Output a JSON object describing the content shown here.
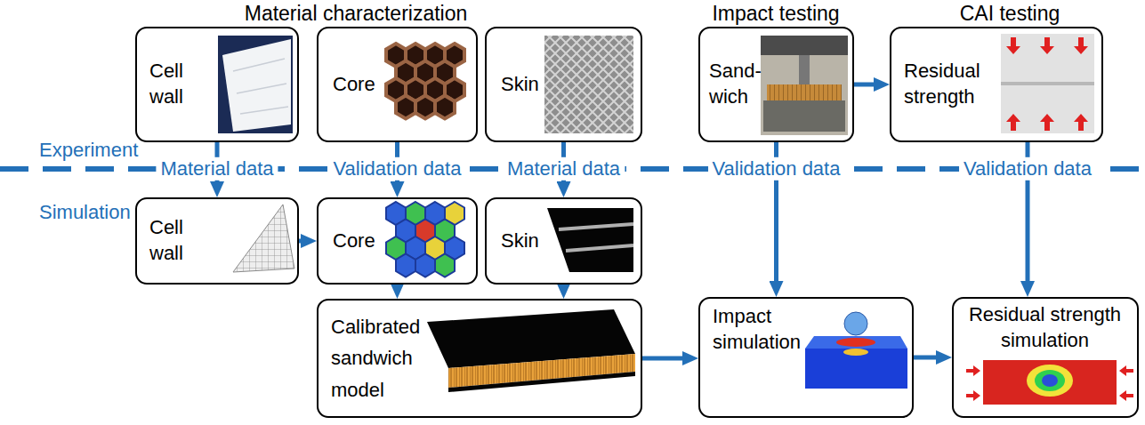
{
  "diagram": {
    "nodes": [
      {
        "text": [
          "Cell wall"
        ]
      },
      {
        "text": [
          "Core"
        ]
      },
      {
        "text": [
          "Skin"
        ]
      },
      {
        "text": [
          "Sand-wich"
        ]
      },
      {
        "text": [
          "Residual strength"
        ]
      },
      {
        "text": [
          "Cell wall"
        ]
      },
      {
        "text": [
          "Core"
        ]
      },
      {
        "text": [
          "Skin"
        ]
      },
      {
        "text": [
          "Calibrated sandwich model"
        ]
      },
      {
        "text": [
          "Impact simulation"
        ]
      },
      {
        "text": [
          "Residual strength simulation"
        ]
      }
    ],
    "edges": [
      {
        "from": 0,
        "to": 5,
        "label": "Material data",
        "arrow": "to"
      },
      {
        "from": 1,
        "to": 6,
        "label": "Validation data",
        "arrow": "to"
      },
      {
        "from": 2,
        "to": 7,
        "label": "Material data",
        "arrow": "to"
      },
      {
        "from": 3,
        "to": 9,
        "label": "Validation data",
        "arrow": "to"
      },
      {
        "from": 4,
        "to": 10,
        "label": "Validation data",
        "arrow": "to"
      },
      {
        "from": 3,
        "to": 4,
        "arrow": "to"
      },
      {
        "from": 5,
        "to": 6,
        "arrow": "to"
      },
      {
        "from": 6,
        "to": 8,
        "arrow": "to"
      },
      {
        "from": 7,
        "to": 8,
        "arrow": "to"
      },
      {
        "from": 8,
        "to": 9,
        "arrow": "to"
      },
      {
        "from": 9,
        "to": 10,
        "arrow": "to"
      }
    ],
    "labels": [
      "Material characterization",
      "Impact testing",
      "CAI testing",
      "Experiment",
      "Simulation"
    ]
  }
}
